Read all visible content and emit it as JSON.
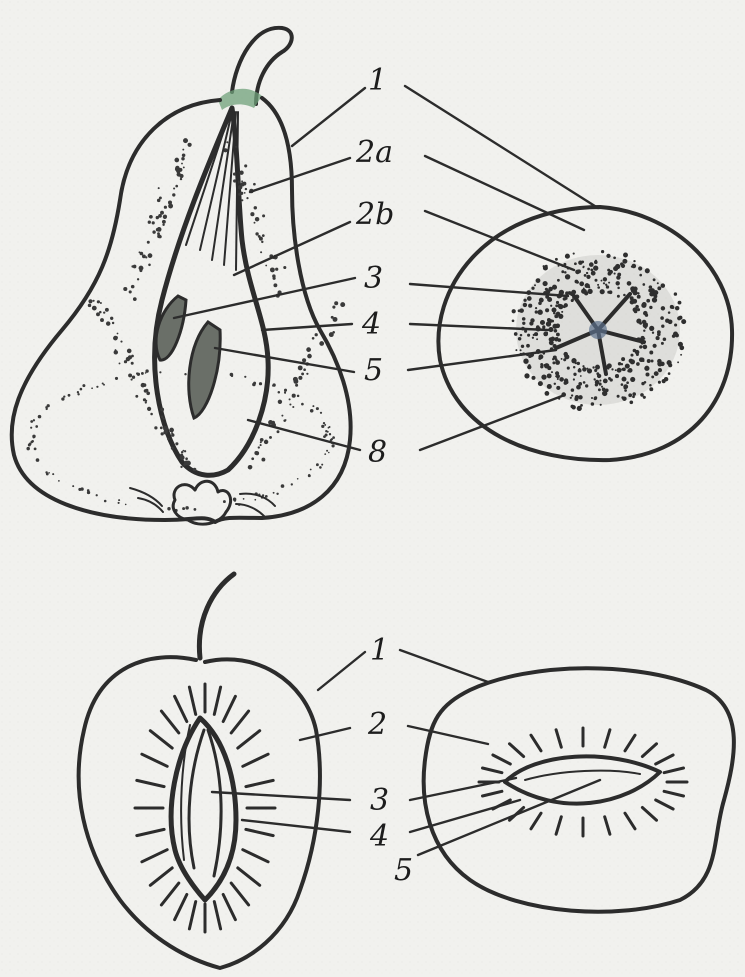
{
  "figure": {
    "top": {
      "labels": [
        "1",
        "2a",
        "2b",
        "3",
        "4",
        "5",
        "8"
      ]
    },
    "bottom": {
      "labels": [
        "1",
        "2",
        "3",
        "4",
        "5"
      ]
    }
  },
  "colors": {
    "ink": "#2c2c2c",
    "paper": "#f1f1ee",
    "stem_tint": "#6fa07a",
    "seed_fill": "#6a6f68"
  },
  "background_text_lines": 12
}
